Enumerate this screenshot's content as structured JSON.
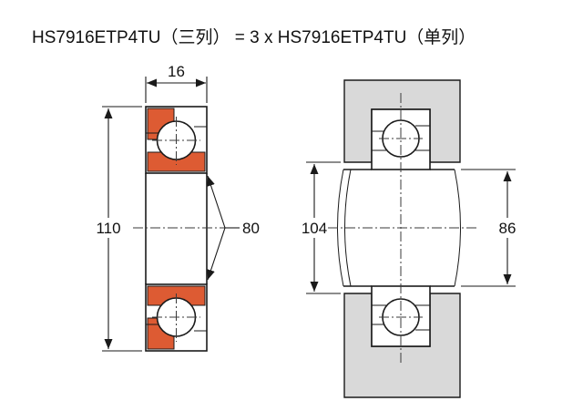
{
  "title": "HS7916ETP4TU（三列） = 3 x HS7916ETP4TU（单列）",
  "left_view": {
    "width_dim": "16",
    "outer_diameter_dim": "110",
    "bore_dim": "80"
  },
  "right_view": {
    "housing_shoulder_dim": "104",
    "shaft_shoulder_dim": "86"
  },
  "colors": {
    "cage_orange": "#DD5B33",
    "housing_gray": "#D9D9D9",
    "line": "#1A1A1A"
  }
}
